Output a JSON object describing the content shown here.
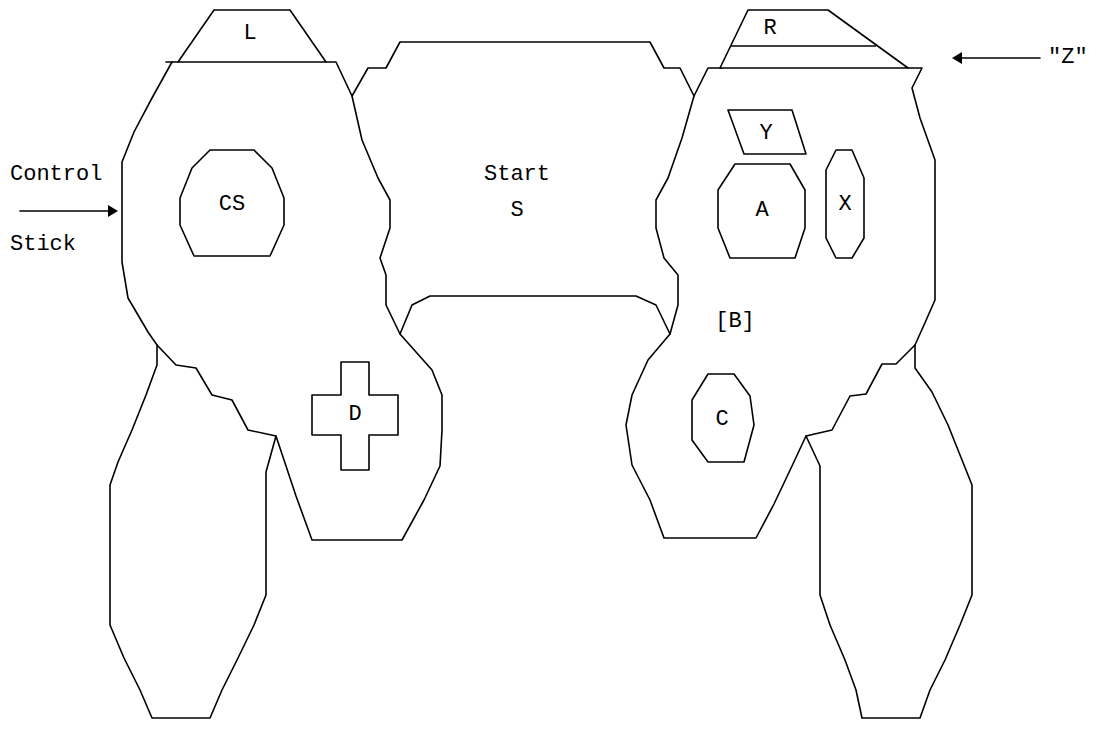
{
  "diagram": {
    "nodes": [
      {
        "text": [
          "L"
        ]
      },
      {
        "text": [
          "R"
        ]
      },
      {
        "text": [
          "Y"
        ]
      },
      {
        "text": [
          "CS"
        ]
      },
      {
        "text": [
          "Start",
          "S"
        ]
      },
      {
        "text": [
          "A"
        ]
      },
      {
        "text": [
          "X"
        ]
      },
      {
        "text": [
          "D"
        ]
      },
      {
        "text": [
          "C"
        ]
      }
    ],
    "labels": [
      "\"Z\"",
      "Control",
      "Stick",
      "[B]"
    ]
  }
}
